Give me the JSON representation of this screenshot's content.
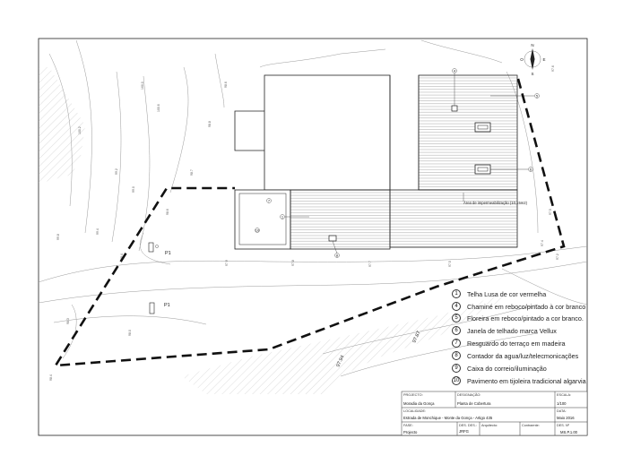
{
  "legend": [
    {
      "num": "1",
      "text": "Telha Lusa de cor vermelha"
    },
    {
      "num": "4",
      "text": "Chaminé em reboco/pintado à cor branco"
    },
    {
      "num": "5",
      "text": "Floreira em reboco/pintado a cor branco."
    },
    {
      "num": "6",
      "text": "Janela de telhado marca Vellux"
    },
    {
      "num": "7",
      "text": "Resguardo do terraço em madeira"
    },
    {
      "num": "8",
      "text": "Contador da agua/luz/telecmonicações"
    },
    {
      "num": "9",
      "text": "Caixa do correio/iluminação"
    },
    {
      "num": "10",
      "text": "Pavimento em tijoleira tradicional algarvia"
    }
  ],
  "plan": {
    "impermeabilizacao": "Área de impermeabilização (10,15m2)",
    "p1_upper": "P1",
    "p1_lower": "P1",
    "level_a": "97.94",
    "level_b": "97.87",
    "compass": {
      "n": "N",
      "s": "S",
      "e": "E",
      "o": "O"
    },
    "callouts": {
      "c4": "4",
      "c5": "5",
      "c6": "6",
      "c1": "1",
      "c7": "7",
      "c10": "10",
      "c8": "8"
    }
  },
  "title_block": {
    "projeto_lbl": "PROJECTO:",
    "projeto_val": "Moradia da Gonça",
    "designacao_lbl": "DESIGNAÇÃO:",
    "designacao_val": "Planta de Cobertura",
    "escala_lbl": "ESCALA:",
    "escala_val": "1/100",
    "localidade_lbl": "LOCALIDADE:",
    "localidade_val": "Estrada de Monchique - Monte da Gonça - Artigo 435",
    "data_lbl": "DATA:",
    "data_val": "Maio 2016",
    "fase_lbl": "FASE:",
    "fase_val": "Projecto",
    "des_lbl": "DES. DES.:",
    "des_val": "JRFG",
    "arquitecto_lbl": "Arquitecto:",
    "contraente_lbl": "Contraente:",
    "desenho_lbl": "DES. Nº",
    "desenho_val": "MS.P.1.00"
  }
}
